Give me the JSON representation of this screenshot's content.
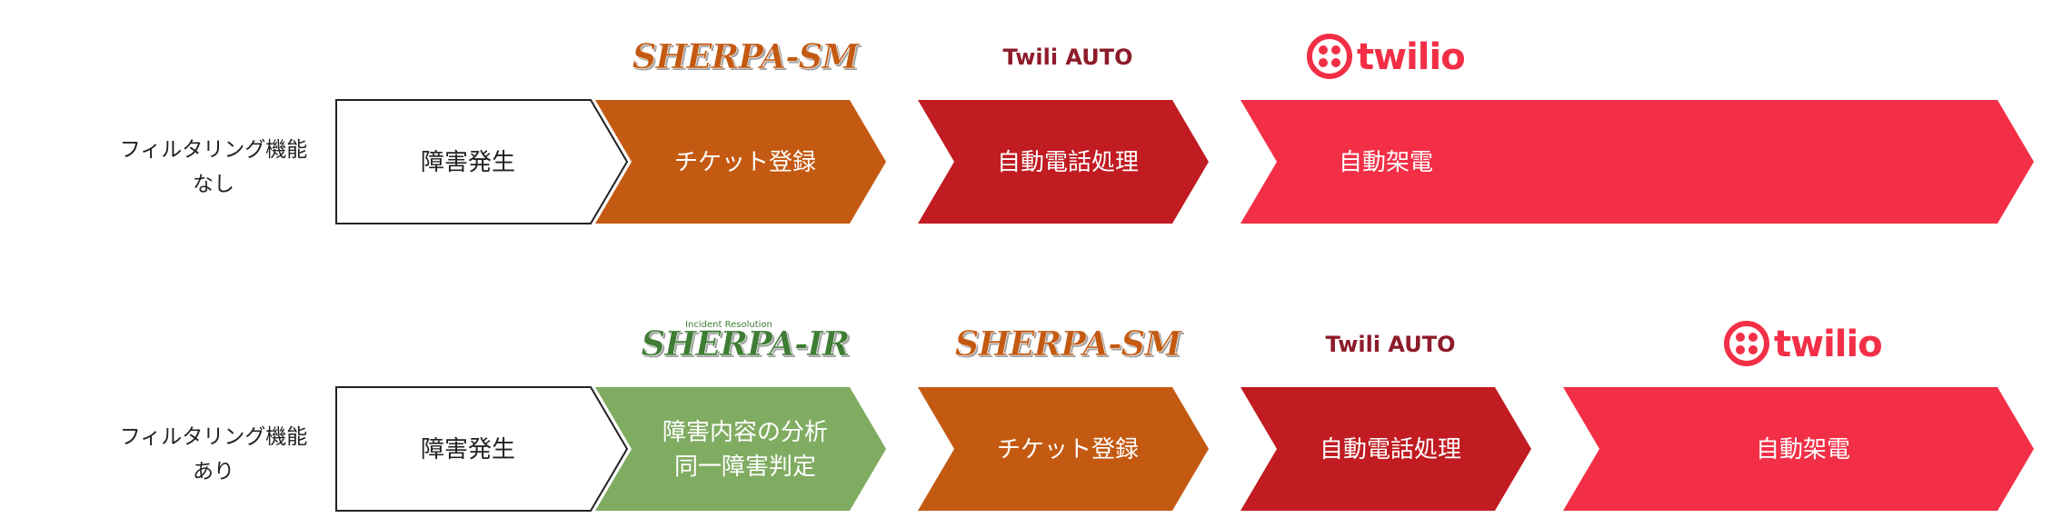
{
  "rows": [
    {
      "label_lines": [
        "フィルタリング機能",
        "なし"
      ],
      "steps": [
        {
          "lines": [
            "障害発生"
          ],
          "fill": "#ffffff",
          "text_color": "#222222",
          "stroke": "#222222",
          "logo": null
        },
        {
          "lines": [
            "チケット登録"
          ],
          "fill": "#c45a12",
          "text_color": "#ffffff",
          "logo": {
            "type": "sherpa",
            "text": "SHERPA-SM",
            "color": "#c45a12"
          }
        },
        {
          "lines": [
            "自動電話処理"
          ],
          "fill": "#c01c22",
          "text_color": "#ffffff",
          "logo": {
            "type": "twili-auto",
            "text": "Twili AUTO",
            "color": "#8e1b2a"
          }
        },
        {
          "lines": [
            "自動架電"
          ],
          "fill": "#f22f46",
          "text_color": "#ffffff",
          "logo": {
            "type": "twilio",
            "text": "twilio",
            "color": "#f22f46"
          }
        }
      ]
    },
    {
      "label_lines": [
        "フィルタリング機能",
        "あり"
      ],
      "steps": [
        {
          "lines": [
            "障害発生"
          ],
          "fill": "#ffffff",
          "text_color": "#222222",
          "stroke": "#222222",
          "logo": null
        },
        {
          "lines": [
            "障害内容の分析",
            "同一障害判定"
          ],
          "fill": "#80ac62",
          "text_color": "#ffffff",
          "logo": {
            "type": "sherpa",
            "text": "SHERPA-IR",
            "subtext": "Incident Resolution",
            "color": "#3f7d35"
          }
        },
        {
          "lines": [
            "チケット登録"
          ],
          "fill": "#c45a12",
          "text_color": "#ffffff",
          "logo": {
            "type": "sherpa",
            "text": "SHERPA-SM",
            "color": "#c45a12"
          }
        },
        {
          "lines": [
            "自動電話処理"
          ],
          "fill": "#c01c22",
          "text_color": "#ffffff",
          "logo": {
            "type": "twili-auto",
            "text": "Twili AUTO",
            "color": "#8e1b2a"
          }
        },
        {
          "lines": [
            "自動架電"
          ],
          "fill": "#f22f46",
          "text_color": "#ffffff",
          "logo": {
            "type": "twilio",
            "text": "twilio",
            "color": "#f22f46"
          }
        }
      ]
    }
  ]
}
